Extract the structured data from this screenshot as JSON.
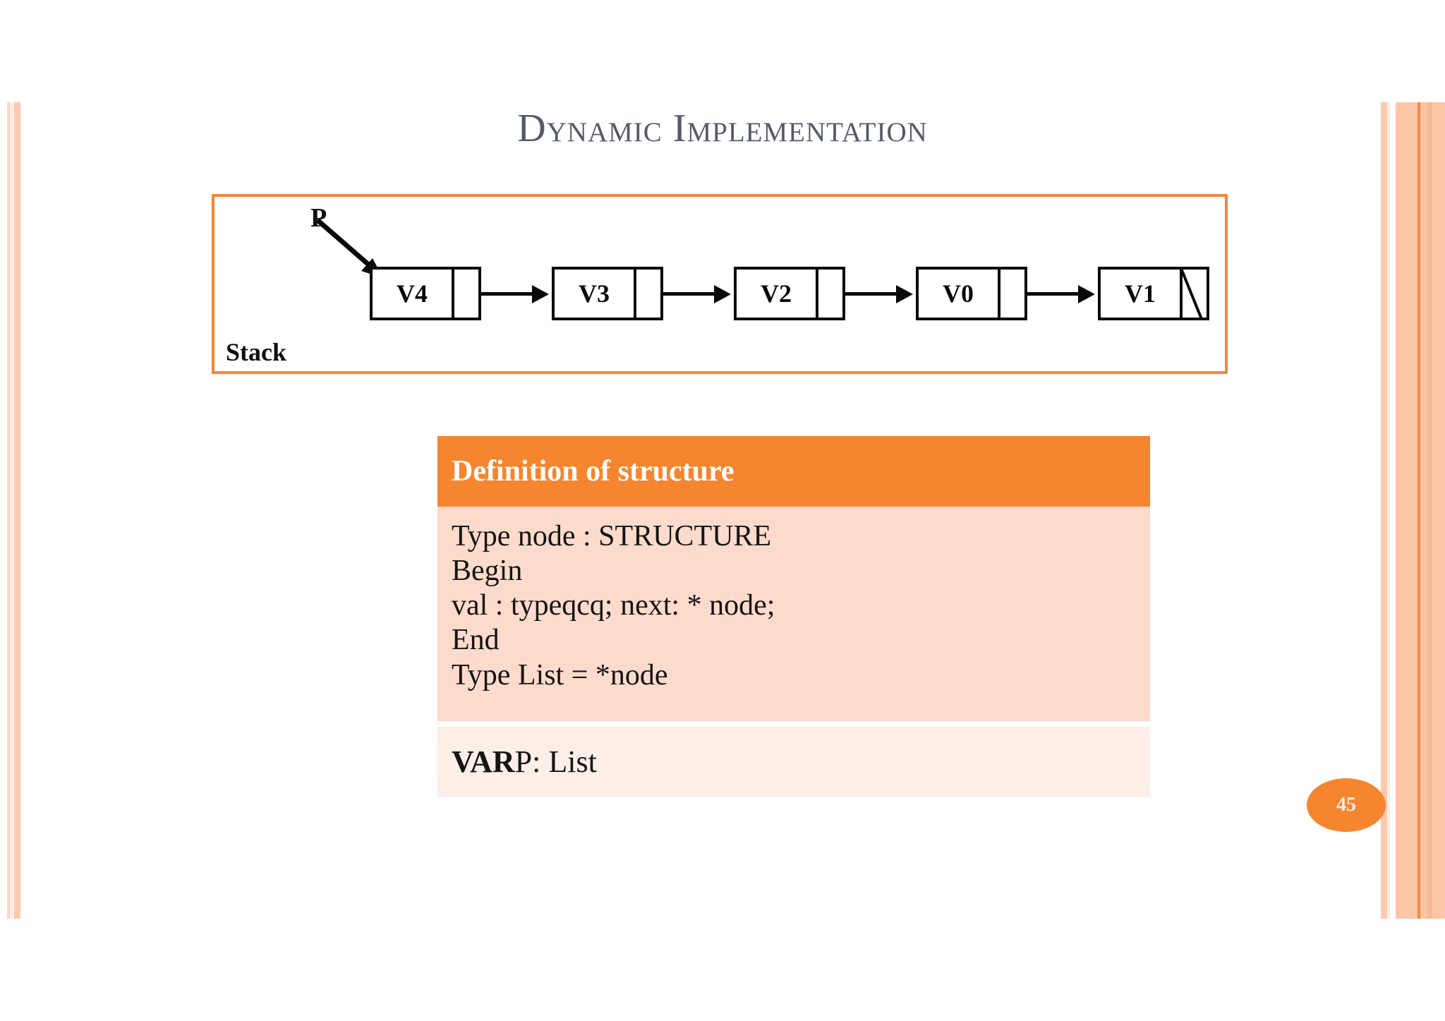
{
  "slide": {
    "title": "Dynamic Implementation",
    "page_number": "45",
    "title_color": "#56586b",
    "accent_color": "#f5852e"
  },
  "diagram": {
    "pointer_label": "P",
    "caption": "Stack",
    "nodes": [
      {
        "value": "V4",
        "next_is_null": false
      },
      {
        "value": "V3",
        "next_is_null": false
      },
      {
        "value": "V2",
        "next_is_null": false
      },
      {
        "value": "V0",
        "next_is_null": false
      },
      {
        "value": "V1",
        "next_is_null": true
      }
    ]
  },
  "definition_table": {
    "header": "Definition of structure",
    "body_lines": [
      "Type node : STRUCTURE",
      "Begin",
      "val : typeqcq; next: * node;",
      "End",
      "Type List = *node"
    ],
    "footer": {
      "keyword": "VAR",
      "rest": " P: List"
    }
  }
}
